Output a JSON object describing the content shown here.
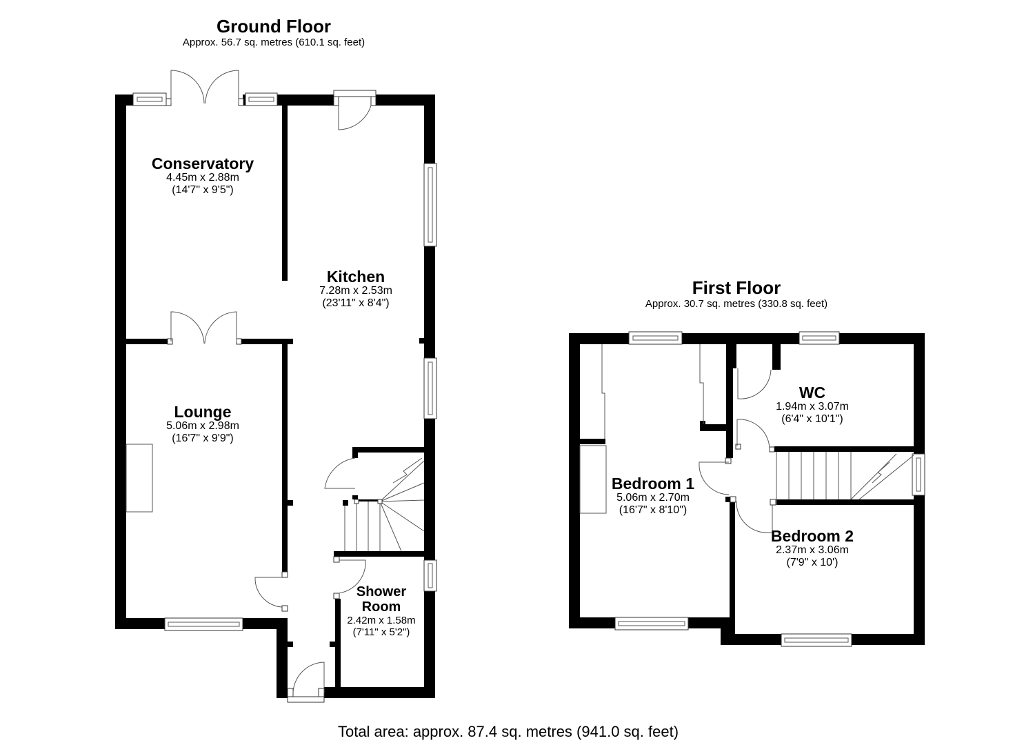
{
  "ground_floor": {
    "title": "Ground Floor",
    "area": "Approx. 56.7 sq. metres (610.1 sq. feet)",
    "rooms": [
      {
        "name": "Conservatory",
        "metric": "4.45m x 2.88m",
        "imperial": "(14'7\" x 9'5\")"
      },
      {
        "name": "Kitchen",
        "metric": "7.28m x 2.53m",
        "imperial": "(23'11\" x 8'4\")"
      },
      {
        "name": "Lounge",
        "metric": "5.06m x 2.98m",
        "imperial": "(16'7\" x 9'9\")"
      },
      {
        "name_line1": "Shower",
        "name_line2": "Room",
        "metric": "2.42m x 1.58m",
        "imperial": "(7'11\" x 5'2\")"
      }
    ]
  },
  "first_floor": {
    "title": "First Floor",
    "area": "Approx. 30.7 sq. metres (330.8 sq. feet)",
    "rooms": [
      {
        "name": "WC",
        "metric": "1.94m x 3.07m",
        "imperial": "(6'4\" x 10'1\")"
      },
      {
        "name": "Bedroom 1",
        "metric": "5.06m x 2.70m",
        "imperial": "(16'7\" x 8'10\")"
      },
      {
        "name": "Bedroom 2",
        "metric": "2.37m x 3.06m",
        "imperial": "(7'9\" x 10')"
      }
    ]
  },
  "total_area": "Total area: approx. 87.4 sq. metres (941.0 sq. feet)"
}
